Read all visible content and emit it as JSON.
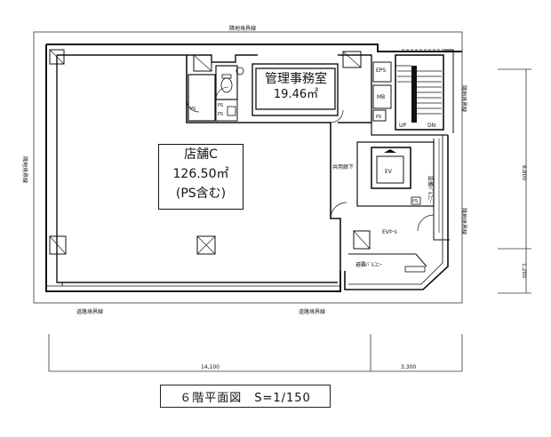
{
  "plan": {
    "boundary_labels": {
      "top": "隣地境界線",
      "left": "隣地境界線",
      "right_top": "隣地境界線",
      "right_mid": "隣地境界線",
      "bottom_left": "道路境界線",
      "bottom_right": "道路境界線"
    },
    "rooms": {
      "store": {
        "name": "店舗C",
        "area": "126.50㎡",
        "note": "(PS含む)"
      },
      "office": {
        "name": "管理事務室",
        "area": "19.46㎡"
      }
    },
    "small_labels": {
      "eps": "EPS",
      "mb": "MB",
      "ps1": "PS",
      "ps2": "PS",
      "ps3": "PS",
      "ps4": "PS",
      "ps5": "PS",
      "up": "UP",
      "dn": "DN",
      "corridor": "共用廊下",
      "ev": "EV",
      "ev_hall": "EVﾎｰﾙ",
      "balcony_side": "設備ﾊﾞﾙｺﾆｰ",
      "balcony_bottom": "避難ﾊﾞﾙｺﾆｰ"
    },
    "dimensions": {
      "width_left": "14,100",
      "width_right": "3,300",
      "height_main": "8,800",
      "height_bottom": "1,200"
    },
    "caption": "６階平面図　S=1/150"
  }
}
